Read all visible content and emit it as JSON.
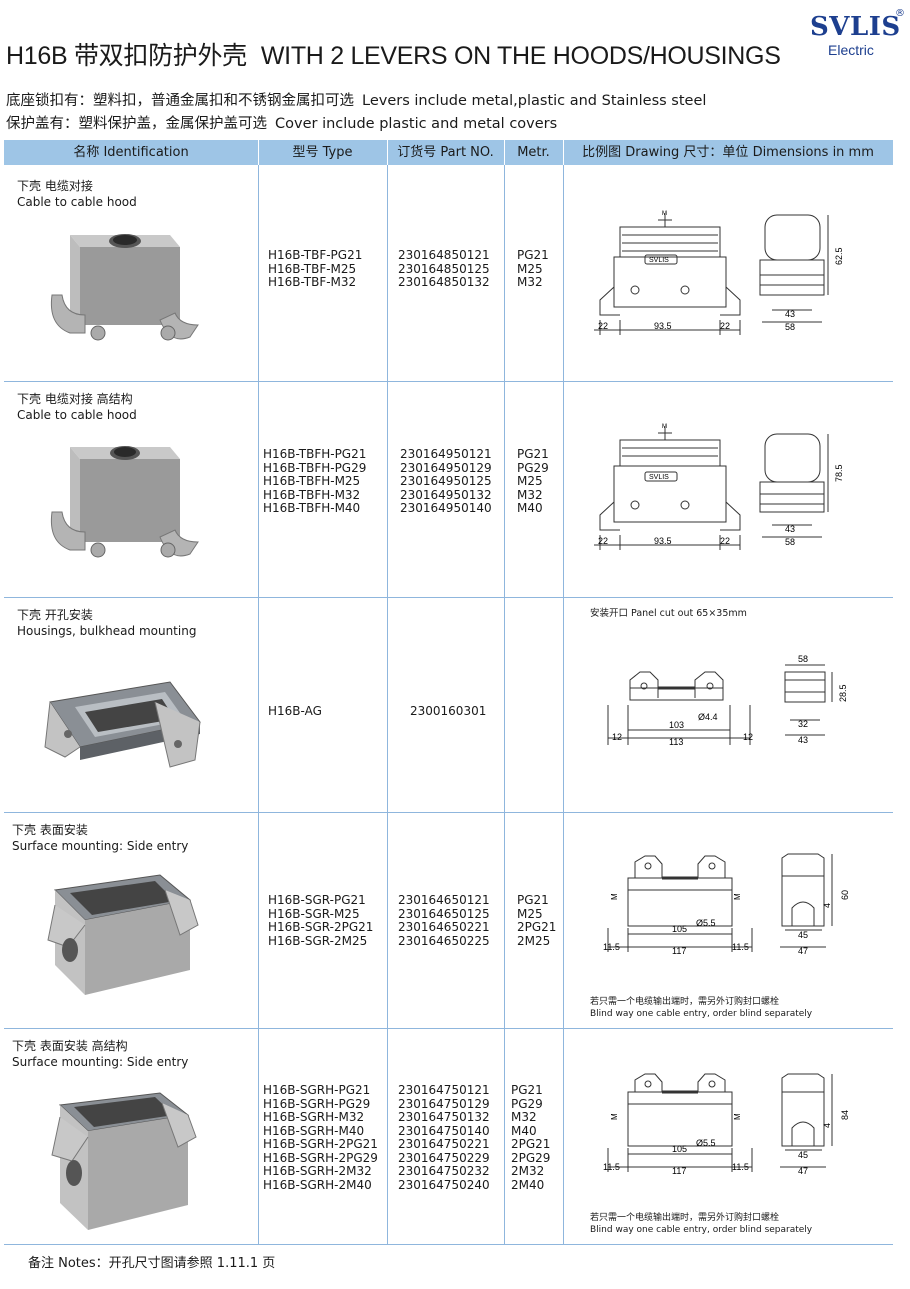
{
  "header": {
    "title_cn": "H16B 带双扣防护外壳",
    "title_en": "WITH 2 LEVERS ON THE HOODS/HOUSINGS",
    "logo_brand": "SVLIS",
    "logo_reg": "®",
    "logo_sub": "Electric",
    "brand_color": "#1d3f8f"
  },
  "intro": {
    "line1_cn": "底座锁扣有：塑料扣，普通金属扣和不锈钢金属扣可选",
    "line1_en": "Levers include metal,plastic and Stainless steel",
    "line2_cn": "保护盖有：塑料保护盖，金属保护盖可选",
    "line2_en": "Cover  include plastic and metal  covers"
  },
  "table": {
    "header_color": "#9ec5e6",
    "columns": {
      "ident": "名称   Identification",
      "type": "型号 Type",
      "part": "订货号 Part NO.",
      "metr": "Metr.",
      "drawing": "比例图 Drawing    尺寸：单位 Dimensions in mm"
    },
    "rows": [
      {
        "ident_cn": "下壳  电缆对接",
        "ident_en": "Cable to cable hood",
        "types": [
          "H16B-TBF-PG21",
          "H16B-TBF-M25",
          "H16B-TBF-M32"
        ],
        "parts": [
          "230164850121",
          "230164850125",
          "230164850132"
        ],
        "metr": [
          "PG21",
          "M25",
          "M32"
        ],
        "dims": {
          "front": [
            "22",
            "93.5",
            "22"
          ],
          "side": [
            "43",
            "58"
          ],
          "height": "62.5",
          "m": "M",
          "label": "SVLIS"
        }
      },
      {
        "ident_cn": "下壳  电缆对接  高结构",
        "ident_en": "Cable to cable hood",
        "types": [
          "H16B-TBFH-PG21",
          "H16B-TBFH-PG29",
          "H16B-TBFH-M25",
          "H16B-TBFH-M32",
          "H16B-TBFH-M40"
        ],
        "parts": [
          "230164950121",
          "230164950129",
          "230164950125",
          "230164950132",
          "230164950140"
        ],
        "metr": [
          "PG21",
          "PG29",
          "M25",
          "M32",
          "M40"
        ],
        "dims": {
          "front": [
            "22",
            "93.5",
            "22"
          ],
          "side": [
            "43",
            "58"
          ],
          "height": "78.5",
          "m": "M",
          "label": "SVLIS"
        }
      },
      {
        "ident_cn": "下壳  开孔安装",
        "ident_en": "Housings, bulkhead mounting",
        "types": [
          "H16B-AG"
        ],
        "parts": [
          "2300160301"
        ],
        "metr": [],
        "cutout": "安装开口 Panel cut out 65×35mm",
        "dims": {
          "front": [
            "12",
            "113",
            "12"
          ],
          "inner": "103",
          "hole": "Ø4.4",
          "side": [
            "32",
            "43"
          ],
          "top": "58",
          "height": "28.5"
        }
      },
      {
        "ident_cn": "下壳  表面安装",
        "ident_en": "Surface mounting: Side entry",
        "types": [
          "H16B-SGR-PG21",
          "H16B-SGR-M25",
          "H16B-SGR-2PG21",
          "H16B-SGR-2M25"
        ],
        "parts": [
          "230164650121",
          "230164650125",
          "230164650221",
          "230164650225"
        ],
        "metr": [
          "PG21",
          "M25",
          "2PG21",
          "2M25"
        ],
        "note_cn": "若只需一个电缆输出端时，需另外订购封口螺栓",
        "note_en": "Blind way one cable entry, order blind separately",
        "dims": {
          "front": [
            "11.5",
            "117",
            "11.5"
          ],
          "inner": "105",
          "hole": "Ø5.5",
          "side": [
            "45",
            "47"
          ],
          "height": "60",
          "small": "4",
          "m": "M"
        }
      },
      {
        "ident_cn": "下壳  表面安装  高结构",
        "ident_en": "Surface mounting: Side entry",
        "types": [
          "H16B-SGRH-PG21",
          "H16B-SGRH-PG29",
          "H16B-SGRH-M32",
          "H16B-SGRH-M40",
          "H16B-SGRH-2PG21",
          "H16B-SGRH-2PG29",
          "H16B-SGRH-2M32",
          "H16B-SGRH-2M40"
        ],
        "parts": [
          "230164750121",
          "230164750129",
          "230164750132",
          "230164750140",
          "230164750221",
          "230164750229",
          "230164750232",
          "230164750240"
        ],
        "metr": [
          "PG21",
          "PG29",
          "M32",
          "M40",
          "2PG21",
          "2PG29",
          "2M32",
          "2M40"
        ],
        "note_cn": "若只需一个电缆输出端时，需另外订购封口螺栓",
        "note_en": "Blind way one cable entry, order blind separately",
        "dims": {
          "front": [
            "11.5",
            "117",
            "11.5"
          ],
          "inner": "105",
          "hole": "Ø5.5",
          "side": [
            "45",
            "47"
          ],
          "height": "84",
          "small": "4",
          "m": "M"
        }
      }
    ]
  },
  "footer": {
    "note": "备注 Notes：开孔尺寸图请参照  1.11.1 页"
  }
}
